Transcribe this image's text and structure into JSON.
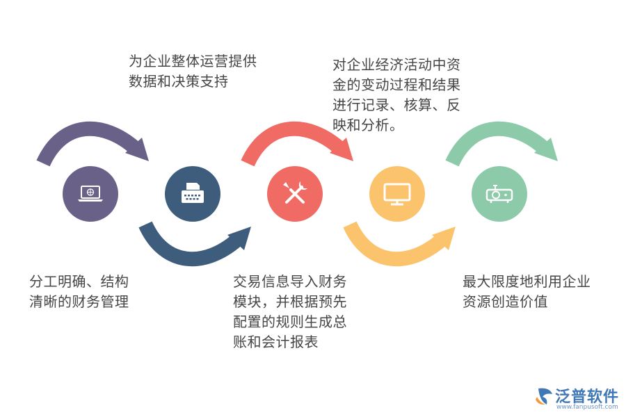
{
  "steps": [
    {
      "icon": "laptop-icon",
      "color": "#6a6188",
      "arrow_position": "top",
      "lines": [
        "分工明确、结构",
        "清晰的财务管理"
      ]
    },
    {
      "icon": "typewriter-icon",
      "color": "#3e5d7c",
      "arrow_position": "bottom",
      "lines": [
        "为企业整体运营提供",
        "数据和决策支持"
      ]
    },
    {
      "icon": "tools-icon",
      "color": "#ef6b63",
      "arrow_position": "top",
      "lines": [
        "交易信息导入财务",
        "模块，并根据预先",
        "配置的规则生成总",
        "账和会计报表"
      ]
    },
    {
      "icon": "monitor-icon",
      "color": "#fbc36b",
      "arrow_position": "bottom",
      "lines": [
        "对企业经济活动中资",
        "金的变动过程和结果",
        "进行记录、核算、反",
        "映和分析。"
      ]
    },
    {
      "icon": "projector-icon",
      "color": "#8ccaaa",
      "arrow_position": "top",
      "lines": [
        "最大限度地利用企业",
        "资源创造价值"
      ]
    }
  ],
  "logo": {
    "name": "泛普软件",
    "url": "www.fanpusoft.com",
    "color": "#3f78b5"
  }
}
